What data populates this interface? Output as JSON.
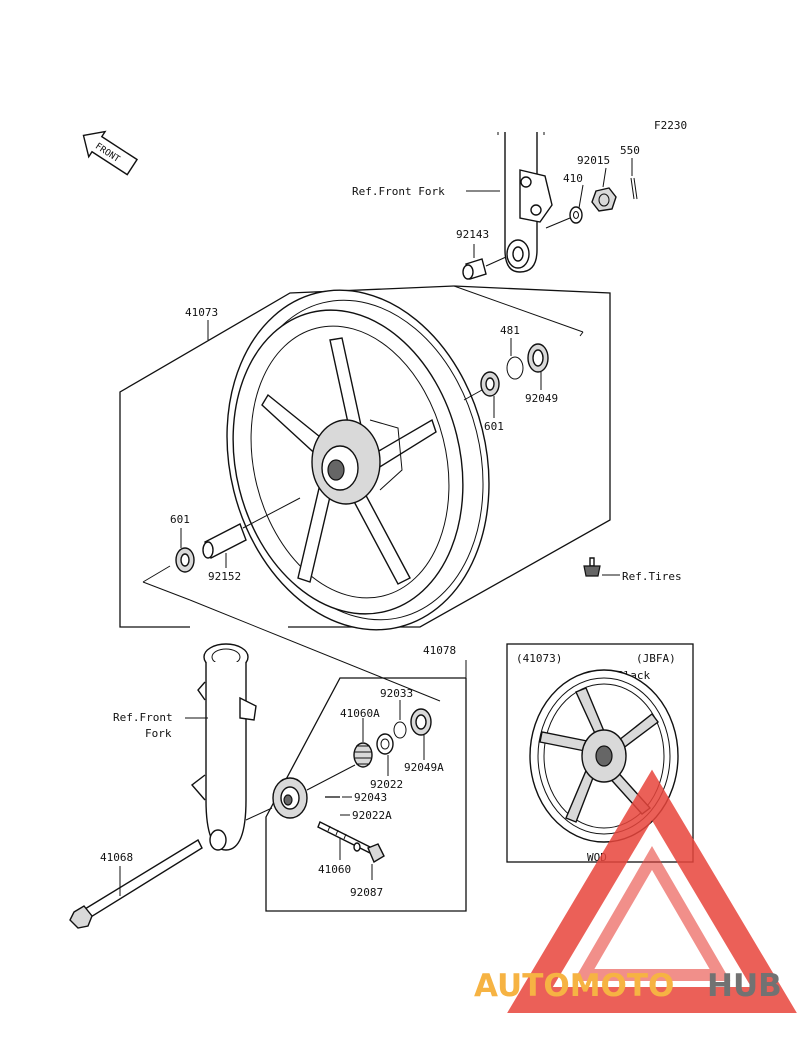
{
  "figure_code": "F2230",
  "front_label": "FRONT",
  "refs": {
    "front_fork_top": "Ref.Front Fork",
    "front_fork_bottom_line1": "Ref.Front",
    "front_fork_bottom_line2": "Fork",
    "tires": "Ref.Tires"
  },
  "part_labels": {
    "p550": "550",
    "p92015": "92015",
    "p410": "410",
    "p92143": "92143",
    "p41073": "41073",
    "p481": "481",
    "p92049": "92049",
    "p601_right": "601",
    "p601_left": "601",
    "p92152": "92152",
    "p41078": "41078",
    "p92033": "92033",
    "p41060A": "41060A",
    "p92022": "92022",
    "p92049A": "92049A",
    "p92043": "92043",
    "p92022A": "92022A",
    "p41060": "41060",
    "p92087": "92087",
    "p41068": "41068"
  },
  "variant_box": {
    "part": "(41073)",
    "code": "(JBFA)",
    "color": "Black",
    "footer": "WOD"
  },
  "watermark": {
    "part1": "AUTOMOTO",
    "part2": "HUB",
    "colors": {
      "accent": "#f5a623",
      "gray": "#5a5a5a",
      "logo": "#e8453c"
    }
  }
}
